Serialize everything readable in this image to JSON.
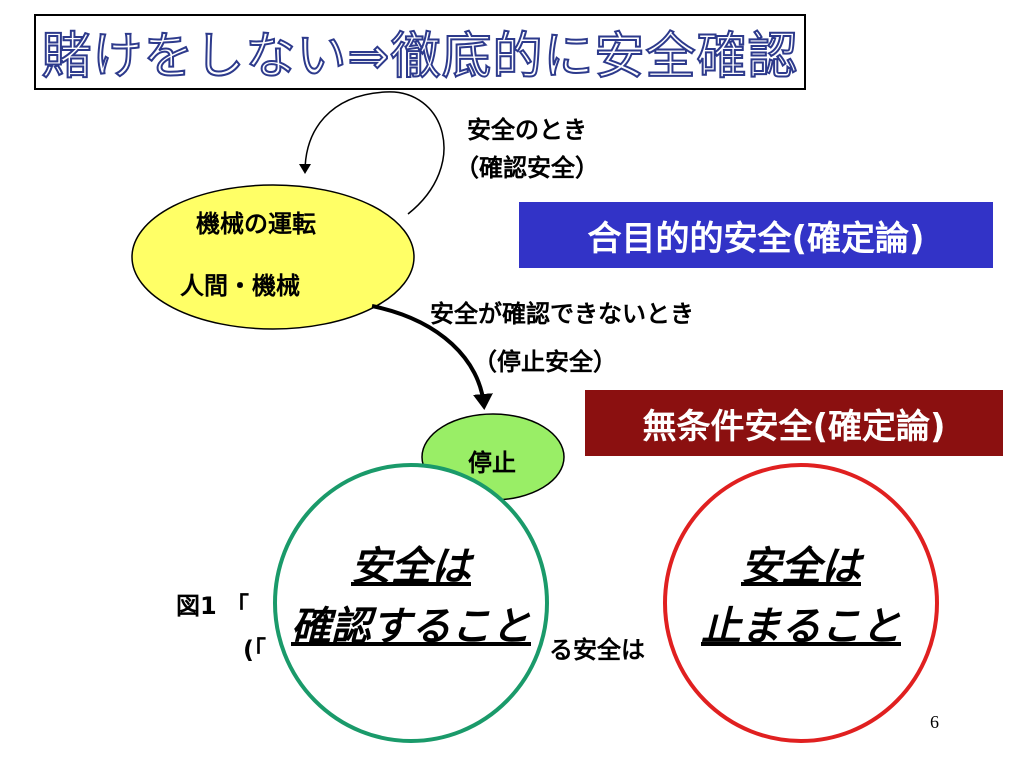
{
  "title": "賭けをしない⇒徹底的に安全確認",
  "nodes": {
    "operation_line1": "機械の運転",
    "operation_line2": "人間・機械",
    "stop": "停止"
  },
  "edges": {
    "safe_label1": "安全のとき",
    "safe_label2": "（確認安全）",
    "unconfirmed_label1": "安全が確認できないとき",
    "unconfirmed_label2": "（停止安全）"
  },
  "banners": {
    "purposive": "合目的的安全(確定論)",
    "unconditional": "無条件安全(確定論)"
  },
  "circles": {
    "left_line1": "安全は",
    "left_line2": "確認すること",
    "right_line1": "安全は",
    "right_line2": "止まること"
  },
  "caption": {
    "line1": "図1 「",
    "line2a": "(「",
    "line2b": "る安全は"
  },
  "page_number": "6",
  "colors": {
    "title_outline": "#2d3a8c",
    "yellow_ellipse": "#ffff66",
    "green_ellipse": "#99ee66",
    "banner_blue": "#3233c7",
    "banner_red": "#8b1010",
    "circle_green": "#1a9a6a",
    "circle_red": "#e02020"
  }
}
